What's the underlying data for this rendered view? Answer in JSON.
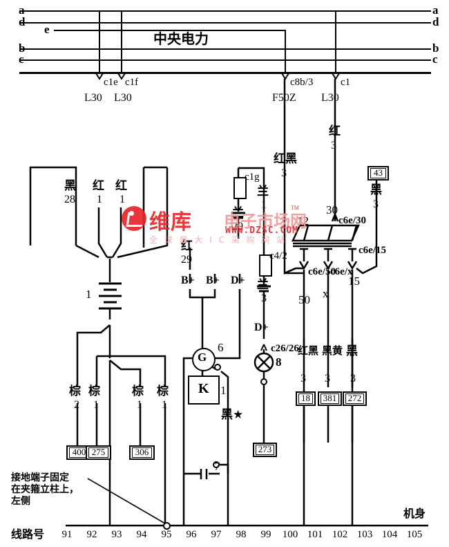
{
  "title": "中央电力",
  "bus_labels_left": [
    "a",
    "d",
    "e",
    "b",
    "c"
  ],
  "bus_labels_right": [
    "a",
    "d",
    "b",
    "c"
  ],
  "connectors_top": [
    {
      "name": "c1e",
      "signal": "L30"
    },
    {
      "name": "c1f",
      "signal": "L30"
    },
    {
      "name": "c8b/3",
      "signal": "F50Z"
    },
    {
      "name": "c1",
      "signal": "L30"
    }
  ],
  "wires": {
    "black_28": {
      "color": "黑",
      "size": "28"
    },
    "red_1a": {
      "color": "红",
      "size": "1"
    },
    "red_1b": {
      "color": "红",
      "size": "1"
    },
    "red_29": {
      "color": "红",
      "size": "29"
    },
    "blue_1": {
      "color": "兰",
      "size": "1"
    },
    "blue_29": {
      "color": "兰",
      "size": "29"
    },
    "blue_3": {
      "color": "兰",
      "size": "3"
    },
    "redblack_3": {
      "color": "红黑",
      "size": "3"
    },
    "red_3": {
      "color": "红",
      "size": "3"
    },
    "black_3_43": {
      "color": "黑",
      "size": "3"
    },
    "brown_2": {
      "color": "棕",
      "size": "2"
    },
    "brown_1a": {
      "color": "棕",
      "size": "1"
    },
    "brown_1b": {
      "color": "棕",
      "size": "1"
    },
    "brown_1c": {
      "color": "棕",
      "size": "1"
    },
    "redblack_18": {
      "color": "红黑",
      "size": "3"
    },
    "blackyellow_381": {
      "color": "黑黄",
      "size": "3"
    },
    "black_272": {
      "color": "黑",
      "size": "3"
    },
    "black_star": "黑★"
  },
  "components": {
    "battery": "1",
    "generator": "G",
    "regulator": "K",
    "regulator_num": "1",
    "generator_num": "6",
    "switch7": "7",
    "lamp8": "8",
    "ignition_switch": "12"
  },
  "terminals": {
    "bplus_1": "B+",
    "bplus_2": "B+",
    "dplus_1": "D+",
    "dplus_2": "D+",
    "t30": "30",
    "t50": "50",
    "tx": "x",
    "t15": "15"
  },
  "inline_connectors": {
    "c1g": "c1g",
    "c4_2": "c4/2",
    "c26_26": "c26/26",
    "c6e_30": "c6e/30",
    "c6e_50": "c6e/50",
    "c6e_x": "c6e/x",
    "c6e_15": "c6e/15"
  },
  "terminal_boxes": [
    "43",
    "400",
    "275",
    "306",
    "18",
    "381",
    "272",
    "273"
  ],
  "note": "接地端子固定\n在夹箍立柱上，\n左侧",
  "note_lines": [
    "接地端子固定",
    "在夹箍立柱上，",
    "左侧"
  ],
  "footer": {
    "line_label": "线路号",
    "body_label": "机身",
    "line_numbers": [
      "91",
      "92",
      "93",
      "94",
      "95",
      "96",
      "97",
      "98",
      "99",
      "100",
      "101",
      "102",
      "103",
      "104",
      "105"
    ]
  },
  "watermark": {
    "brand": "维库",
    "sub": "电子市场网",
    "url": "WWW.DZSC.COM",
    "slogan": "全 球 最 大 I C 采 购 网 站",
    "tm": "TM"
  },
  "colors": {
    "ink": "#000000",
    "watermark_red": "#e8252a",
    "background": "#ffffff"
  }
}
